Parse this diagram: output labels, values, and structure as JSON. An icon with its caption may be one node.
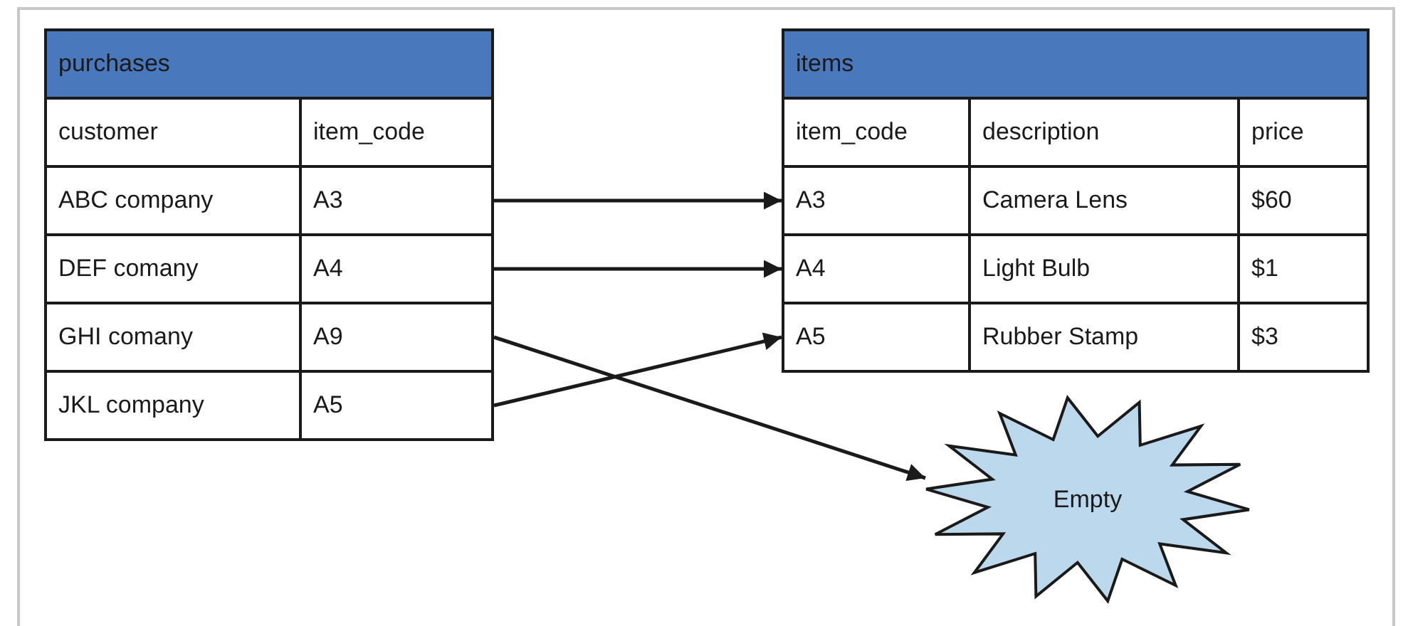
{
  "diagram": {
    "nodes": [
      {
        "text": [
          "purchases"
        ]
      },
      {
        "text": [
          "customer"
        ],
        "in": 0
      },
      {
        "text": [
          "item_code"
        ],
        "in": 0
      },
      {
        "text": [
          "ABC company"
        ],
        "in": 0
      },
      {
        "text": [
          "A3"
        ],
        "in": 0
      },
      {
        "text": [
          "DEF comany"
        ],
        "in": 0
      },
      {
        "text": [
          "A4"
        ],
        "in": 0
      },
      {
        "text": [
          "GHI comany"
        ],
        "in": 0
      },
      {
        "text": [
          "A9"
        ],
        "in": 0
      },
      {
        "text": [
          "JKL company"
        ],
        "in": 0
      },
      {
        "text": [
          "A5"
        ],
        "in": 0
      },
      {
        "text": [
          "items"
        ]
      },
      {
        "text": [
          "item_code"
        ],
        "in": 11
      },
      {
        "text": [
          "description"
        ],
        "in": 11
      },
      {
        "text": [
          "price"
        ],
        "in": 11
      },
      {
        "text": [
          "A3"
        ],
        "in": 11
      },
      {
        "text": [
          "Camera Lens"
        ],
        "in": 11
      },
      {
        "text": [
          "$60"
        ],
        "in": 11
      },
      {
        "text": [
          "A4"
        ],
        "in": 11
      },
      {
        "text": [
          "Light Bulb"
        ],
        "in": 11
      },
      {
        "text": [
          "$1"
        ],
        "in": 11
      },
      {
        "text": [
          "A5"
        ],
        "in": 11
      },
      {
        "text": [
          "Rubber Stamp"
        ],
        "in": 11
      },
      {
        "text": [
          "$3"
        ],
        "in": 11
      },
      {
        "text": [
          "Empty"
        ]
      }
    ],
    "edges": [
      {
        "from": 4,
        "to": 15,
        "arrow": "to"
      },
      {
        "from": 6,
        "to": 18,
        "arrow": "to"
      },
      {
        "from": 8,
        "to": 24,
        "arrow": "to"
      },
      {
        "from": 10,
        "to": 21,
        "arrow": "to"
      }
    ]
  }
}
